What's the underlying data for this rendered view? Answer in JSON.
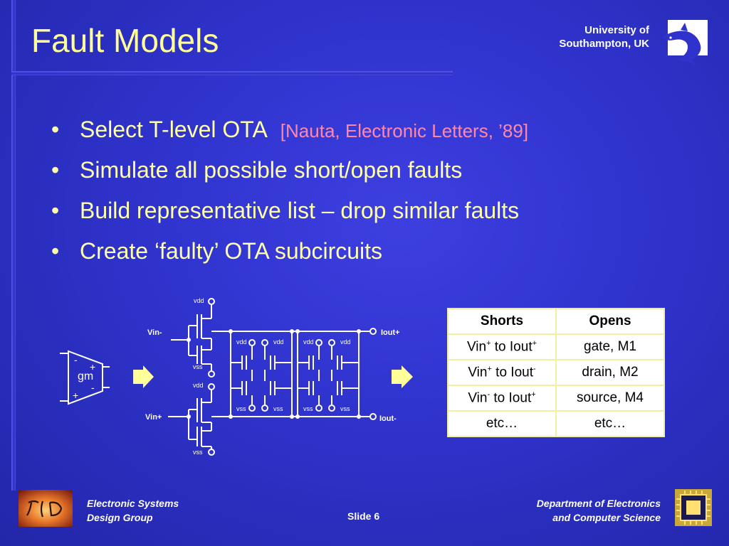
{
  "header": {
    "title": "Fault Models",
    "university_line1": "University of",
    "university_line2": "Southampton, UK"
  },
  "bullets": [
    {
      "text": "Select T-level OTA",
      "citation": "[Nauta, Electronic Letters, ’89]"
    },
    {
      "text": "Simulate all possible short/open faults",
      "citation": ""
    },
    {
      "text": "Build representative list – drop similar faults",
      "citation": ""
    },
    {
      "text": "Create ‘faulty’ OTA subcircuits",
      "citation": ""
    }
  ],
  "bullet_glyph": "•",
  "circuit": {
    "gm_label": "gm",
    "in_minus": "-",
    "in_plus": "+",
    "out_plus": "+",
    "out_minus": "-",
    "vin_minus": "Vin-",
    "vin_plus": "Vin+",
    "iout_plus": "Iout+",
    "iout_minus": "Iout-",
    "vdd": "vdd",
    "vss": "vss"
  },
  "table": {
    "headers": [
      "Shorts",
      "Opens"
    ],
    "rows": [
      {
        "short_a": "Vin",
        "short_a_sup": "+",
        "short_mid": " to Iout",
        "short_b_sup": "+",
        "open": "gate, M1"
      },
      {
        "short_a": "Vin",
        "short_a_sup": "+",
        "short_mid": " to Iout",
        "short_b_sup": "-",
        "open": "drain, M2"
      },
      {
        "short_a": "Vin",
        "short_a_sup": "-",
        "short_mid": " to Iout",
        "short_b_sup": "+",
        "open": "source, M4"
      },
      {
        "short_a": "etc…",
        "short_a_sup": "",
        "short_mid": "",
        "short_b_sup": "",
        "open": "etc…"
      }
    ]
  },
  "footer": {
    "group_line1": "Electronic Systems",
    "group_line2": "Design Group",
    "slide": "Slide 6",
    "dept_line1": "Department of Electronics",
    "dept_line2": "and  Computer Science"
  },
  "colors": {
    "title": "#ffff99",
    "bullets": "#ffffaa",
    "citation": "#ff88a8",
    "background": "#3033cc"
  },
  "icons": [
    "dolphin-logo-icon",
    "esd-group-logo-icon",
    "chip-icon",
    "arrow-right-icon"
  ]
}
